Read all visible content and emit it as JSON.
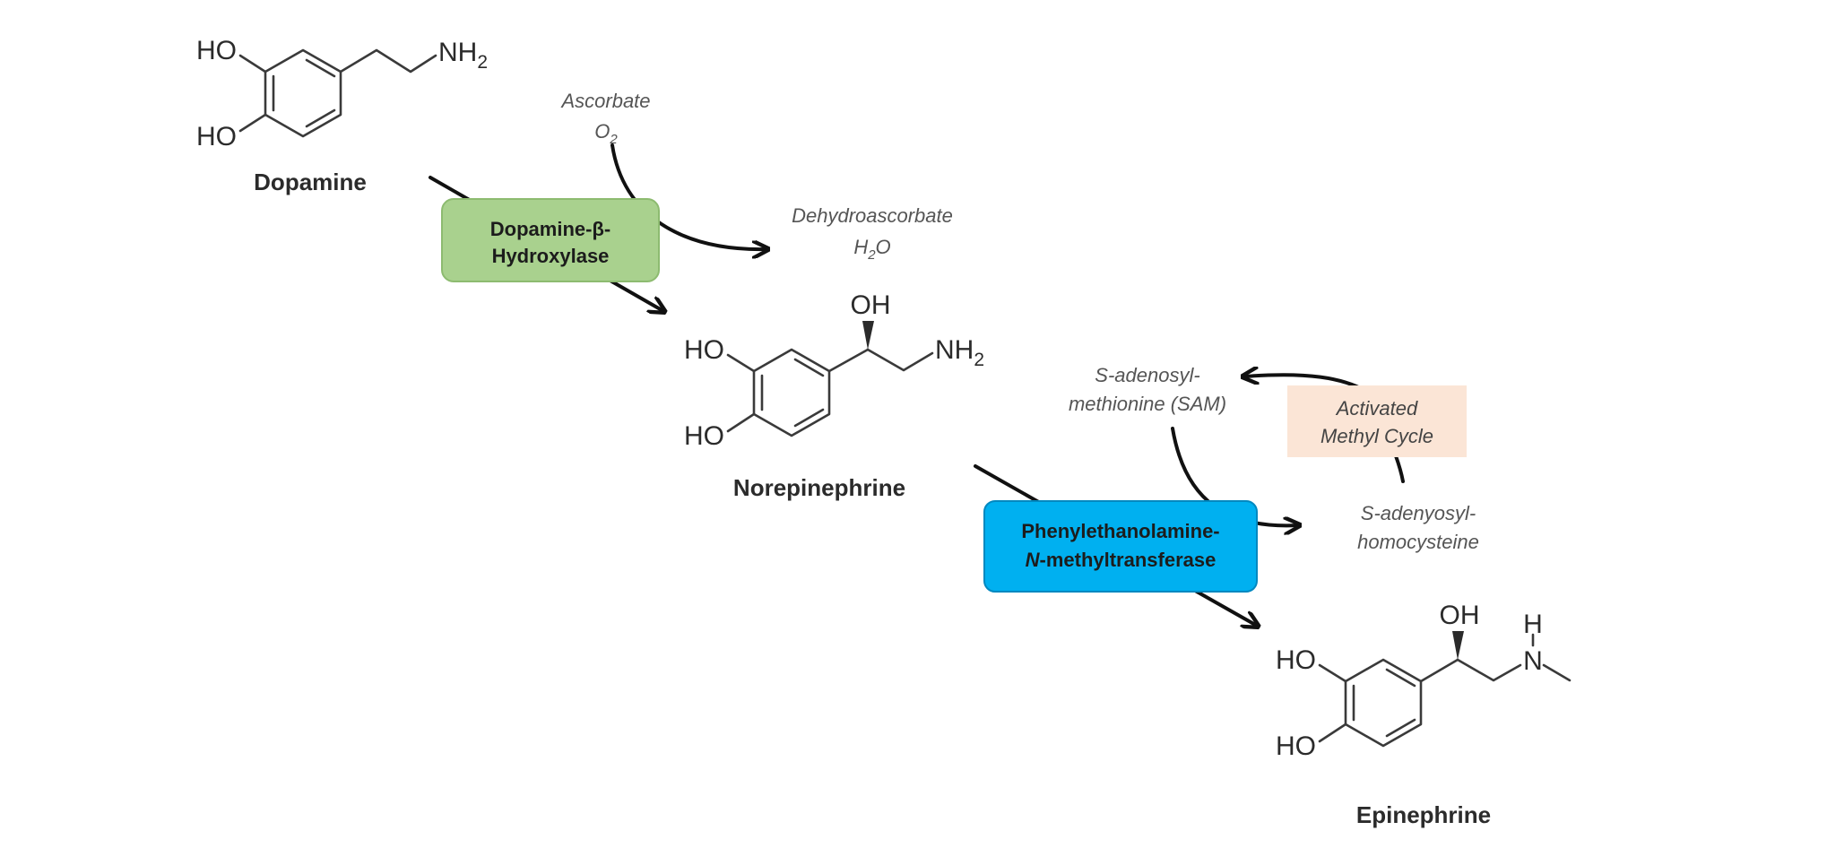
{
  "molecules": {
    "dopamine": {
      "name": "Dopamine",
      "substituents": {
        "ho_top": "HO",
        "ho_bottom": "HO",
        "nh2_main": "NH",
        "nh2_sub": "2"
      }
    },
    "norepinephrine": {
      "name": "Norepinephrine",
      "substituents": {
        "ho_top": "HO",
        "ho_bottom": "HO",
        "oh": "OH",
        "nh2_main": "NH",
        "nh2_sub": "2"
      }
    },
    "epinephrine": {
      "name": "Epinephrine",
      "substituents": {
        "ho_top": "HO",
        "ho_bottom": "HO",
        "oh": "OH",
        "n": "N",
        "h": "H"
      }
    }
  },
  "enzymes": {
    "dbh": {
      "line1": "Dopamine-β-",
      "line2": "Hydroxylase",
      "color": "#a9d18e",
      "border": "#8dbb70"
    },
    "pnmt": {
      "line1": "Phenylethanolamine-",
      "line2_italic": "N",
      "line2_rest": "-methyltransferase",
      "color": "#00b0f0",
      "border": "#0088c0"
    }
  },
  "cofactors": {
    "dbh_in": {
      "line1": "Ascorbate",
      "line2_main": "O",
      "line2_sub": "2"
    },
    "dbh_out": {
      "line1": "Dehydroascorbate",
      "line2_pre": "H",
      "line2_sub": "2",
      "line2_post": "O"
    },
    "pnmt_in": {
      "line1": "S-adenosyl-",
      "line2": "methionine (SAM)"
    },
    "pnmt_out": {
      "line1": "S-adenyosyl-",
      "line2": "homocysteine"
    }
  },
  "cycle": {
    "line1": "Activated",
    "line2": "Methyl Cycle",
    "color": "#fbe5d6"
  }
}
